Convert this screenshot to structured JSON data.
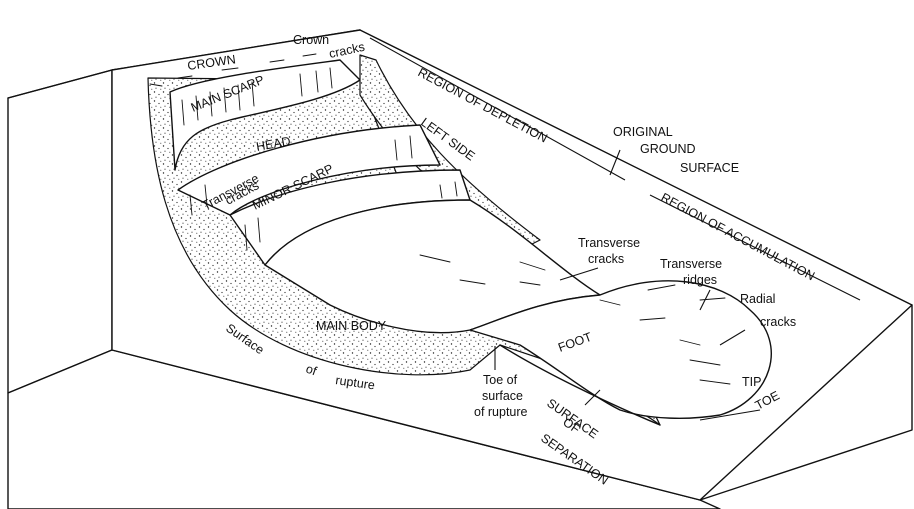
{
  "labels": {
    "crown": "CROWN",
    "crown_cracks_1": "Crown",
    "crown_cracks_2": "cracks",
    "main_scarp": "MAIN SCARP",
    "head": "HEAD",
    "transverse_cracks_left_1": "Transverse",
    "transverse_cracks_left_2": "cracks",
    "minor_scarp": "MINOR SCARP",
    "left_side": "LEFT SIDE",
    "region_depletion": "REGION OF DEPLETION",
    "original_ground_1": "ORIGINAL",
    "original_ground_2": "GROUND",
    "original_ground_3": "SURFACE",
    "region_accumulation": "REGION OF ACCUMULATION",
    "transverse_cracks_mid_1": "Transverse",
    "transverse_cracks_mid_2": "cracks",
    "transverse_ridges_1": "Transverse",
    "transverse_ridges_2": "ridges",
    "radial_cracks_1": "Radial",
    "radial_cracks_2": "cracks",
    "main_body": "MAIN BODY",
    "surface_of_rupture_1": "Surface",
    "surface_of_rupture_2": "of",
    "surface_of_rupture_3": "rupture",
    "toe_rupture_1": "Toe of",
    "toe_rupture_2": "surface",
    "toe_rupture_3": "of rupture",
    "foot": "FOOT",
    "tip": "TIP",
    "toe": "TOE",
    "separation_1": "SURFACE",
    "separation_2": "OF",
    "separation_3": "SEPARATION"
  }
}
